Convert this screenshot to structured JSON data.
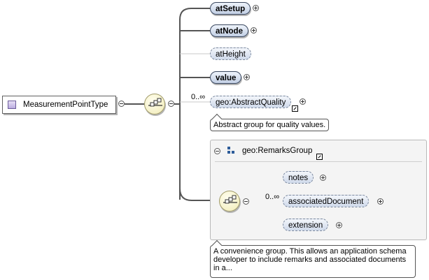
{
  "root_type": {
    "label": "MeasurementPointType"
  },
  "elements": [
    {
      "label": "atSetup"
    },
    {
      "label": "atNode"
    },
    {
      "label": "atHeight"
    },
    {
      "label": "value"
    },
    {
      "label": "geo:AbstractQuality",
      "cardinality": "0..∞",
      "note": "Abstract group for quality values."
    }
  ],
  "group": {
    "label": "geo:RemarksGroup",
    "children": [
      {
        "label": "notes"
      },
      {
        "label": "associatedDocument",
        "cardinality": "0..∞"
      },
      {
        "label": "extension"
      }
    ],
    "note": "A convenience group. This allows an application schema developer to include remarks and associated documents in a..."
  },
  "colors": {
    "element_fill_top": "#eef3fb",
    "element_fill_bottom": "#c2cfe4",
    "sequence_fill": "#f1ebb4",
    "type_icon": "#bcaee0",
    "group_icon": "#2d5c9a"
  },
  "icons": {
    "type": "complex-type-icon",
    "sequence": "sequence-compositor-icon",
    "group": "group-reference-icon",
    "expand": "plus-icon",
    "collapse": "minus-icon",
    "link": "external-link-icon"
  }
}
